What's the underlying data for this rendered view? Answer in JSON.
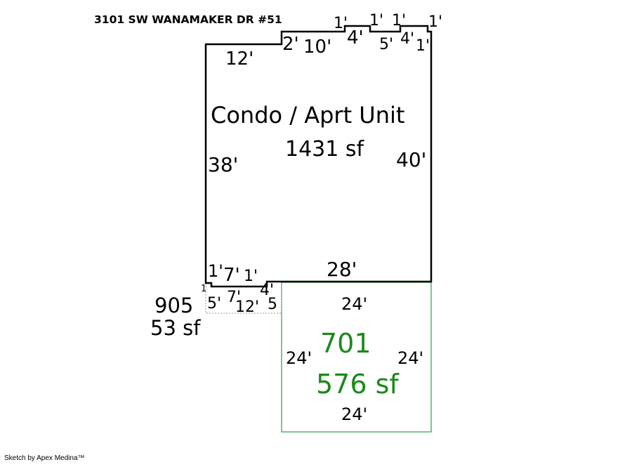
{
  "title": "3101 SW WANAMAKER DR #51",
  "credit": "Sketch by Apex Medina™",
  "colors": {
    "main_outline": "#000000",
    "garage_outline": "#2e9e3c",
    "garage_text": "#1a8a1a",
    "small_outline": "#9a9a9a"
  },
  "areas": {
    "main": {
      "code": "Condo / Aprt Unit",
      "area": "1431 sf"
    },
    "garage": {
      "code": "701",
      "area": "576 sf"
    },
    "small": {
      "code": "905",
      "area": "53 sf"
    }
  },
  "dimensions": {
    "main": {
      "top_left": "12'",
      "step_a": "2'",
      "top_b": "10'",
      "step_b": "1'",
      "top_c": "4'",
      "step_c": "1'",
      "top_d": "1'",
      "top_e": "5'",
      "step_e": "4'",
      "top_f": "1'",
      "right_step": "1'",
      "right_top": "1'",
      "left": "38'",
      "right": "40'",
      "bottom": "28'",
      "bl_a": "1'",
      "bl_b": "7'",
      "bl_c": "1'"
    },
    "garage": {
      "top": "24'",
      "left": "24'",
      "right": "24'",
      "bottom": "24'"
    },
    "small": {
      "tiny": "1",
      "a": "5'",
      "b": "7'",
      "c": "12'",
      "d": "4'",
      "e": "5"
    }
  }
}
